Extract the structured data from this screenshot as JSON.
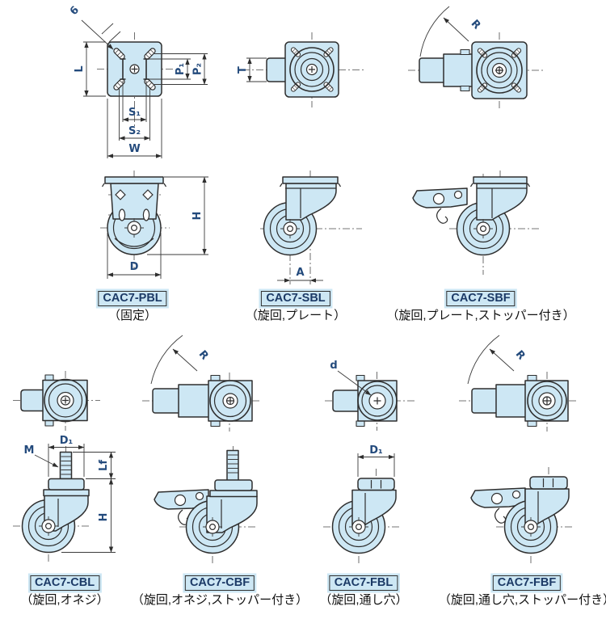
{
  "palette": {
    "part_fill": "#cde7f4",
    "line": "#2e2e2e",
    "dimension_text": "#234a7c",
    "part_code_text": "#1c3a66",
    "caption_text": "#111111",
    "label_box_fill": "#cde7f4"
  },
  "dimension_labels": {
    "slot_width": "6",
    "L": "L",
    "P1": "P₁",
    "P2": "P₂",
    "S1": "S₁",
    "S2": "S₂",
    "W": "W",
    "T": "T",
    "R": "R",
    "H": "H",
    "D": "D",
    "A": "A",
    "M": "M",
    "D1": "D₁",
    "Lf": "Lf",
    "d": "d"
  },
  "parts": {
    "pbl": {
      "code": "CAC7-PBL",
      "type": "（固定）"
    },
    "sbl": {
      "code": "CAC7-SBL",
      "type": "（旋回,プレート）"
    },
    "sbf": {
      "code": "CAC7-SBF",
      "type": "（旋回,プレート,ストッパー付き）"
    },
    "cbl": {
      "code": "CAC7-CBL",
      "type": "（旋回,オネジ）"
    },
    "cbf": {
      "code": "CAC7-CBF",
      "type": "（旋回,オネジ,ストッパー付き）"
    },
    "fbl": {
      "code": "CAC7-FBL",
      "type": "（旋回,通し穴）"
    },
    "fbf": {
      "code": "CAC7-FBF",
      "type": "（旋回,通し穴,ストッパー付き）"
    }
  }
}
